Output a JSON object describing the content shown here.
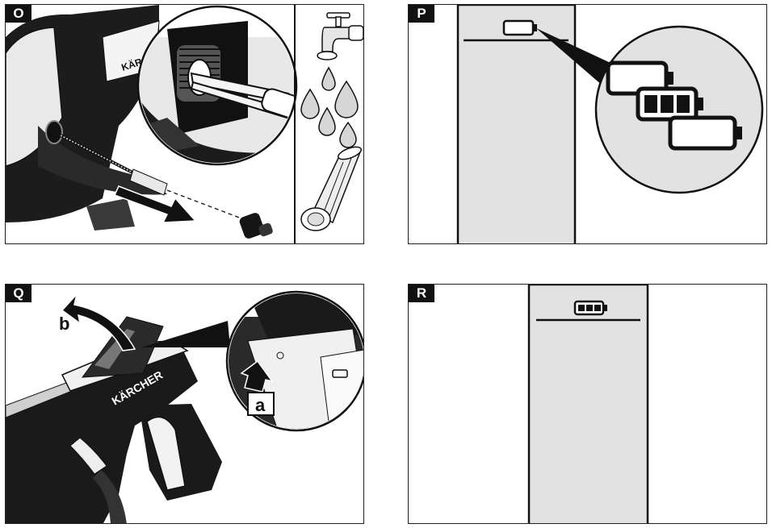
{
  "panels": {
    "o": {
      "tag": "O",
      "brand": "KÄRCHER"
    },
    "p": {
      "tag": "P"
    },
    "q": {
      "tag": "Q",
      "label_a": "a",
      "label_b": "b",
      "brand": "KÄRCHER"
    },
    "r": {
      "tag": "R"
    }
  },
  "colors": {
    "ink": "#111111",
    "display": "#e2e2e2",
    "light": "#f2f2f2"
  }
}
